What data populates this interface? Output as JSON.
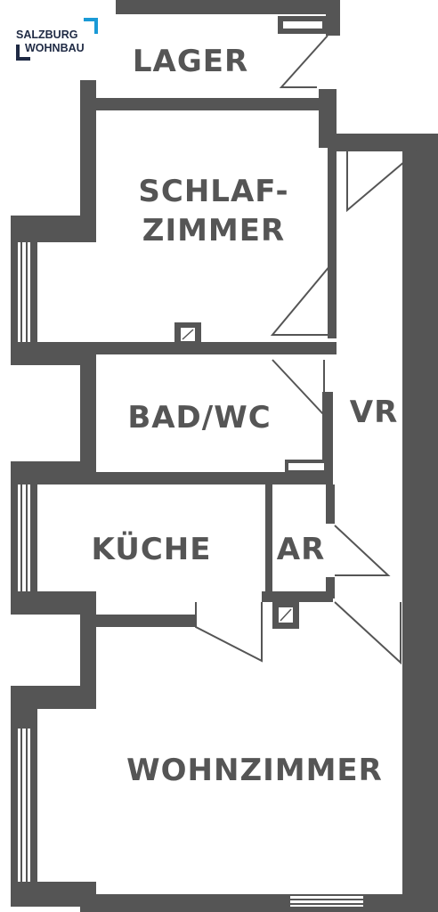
{
  "logo": {
    "line1": "SALZBURG",
    "line2": "WOHNBAU",
    "accent_color": "#1a9ad6",
    "text_color": "#1f2a44"
  },
  "rooms": {
    "lager": "LAGER",
    "schlafzimmer_line1": "SCHLAF-",
    "schlafzimmer_line2": "ZIMMER",
    "bad_wc": "BAD/WC",
    "vr": "VR",
    "kueche": "KÜCHE",
    "ar": "AR",
    "wohnzimmer": "WOHNZIMMER"
  },
  "colors": {
    "wall": "#555555",
    "background": "#ffffff"
  },
  "icons": [
    "shaft-icon",
    "shaft-icon"
  ]
}
